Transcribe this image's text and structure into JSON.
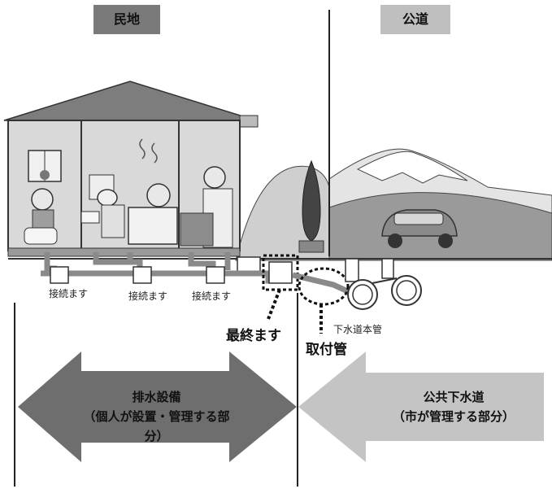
{
  "zones": {
    "private_label": "民地",
    "public_label": "公道"
  },
  "callouts": {
    "connection_box_1": "接続ます",
    "connection_box_2": "接続ます",
    "connection_box_3": "接続ます",
    "final_box": "最終ます",
    "service_pipe": "取付管",
    "main_sewer": "下水道本管"
  },
  "arrows": {
    "left": {
      "line1": "排水設備",
      "line2": "（個人が設置・管理する部分）"
    },
    "right": {
      "line1": "公共下水道",
      "line2": "（市が管理する部分）"
    }
  },
  "colors": {
    "private_arrow": "#6e6e6e",
    "public_arrow": "#c4c4c4",
    "pipe": "#8a8a8a",
    "house_wall": "#d9d9d9"
  }
}
